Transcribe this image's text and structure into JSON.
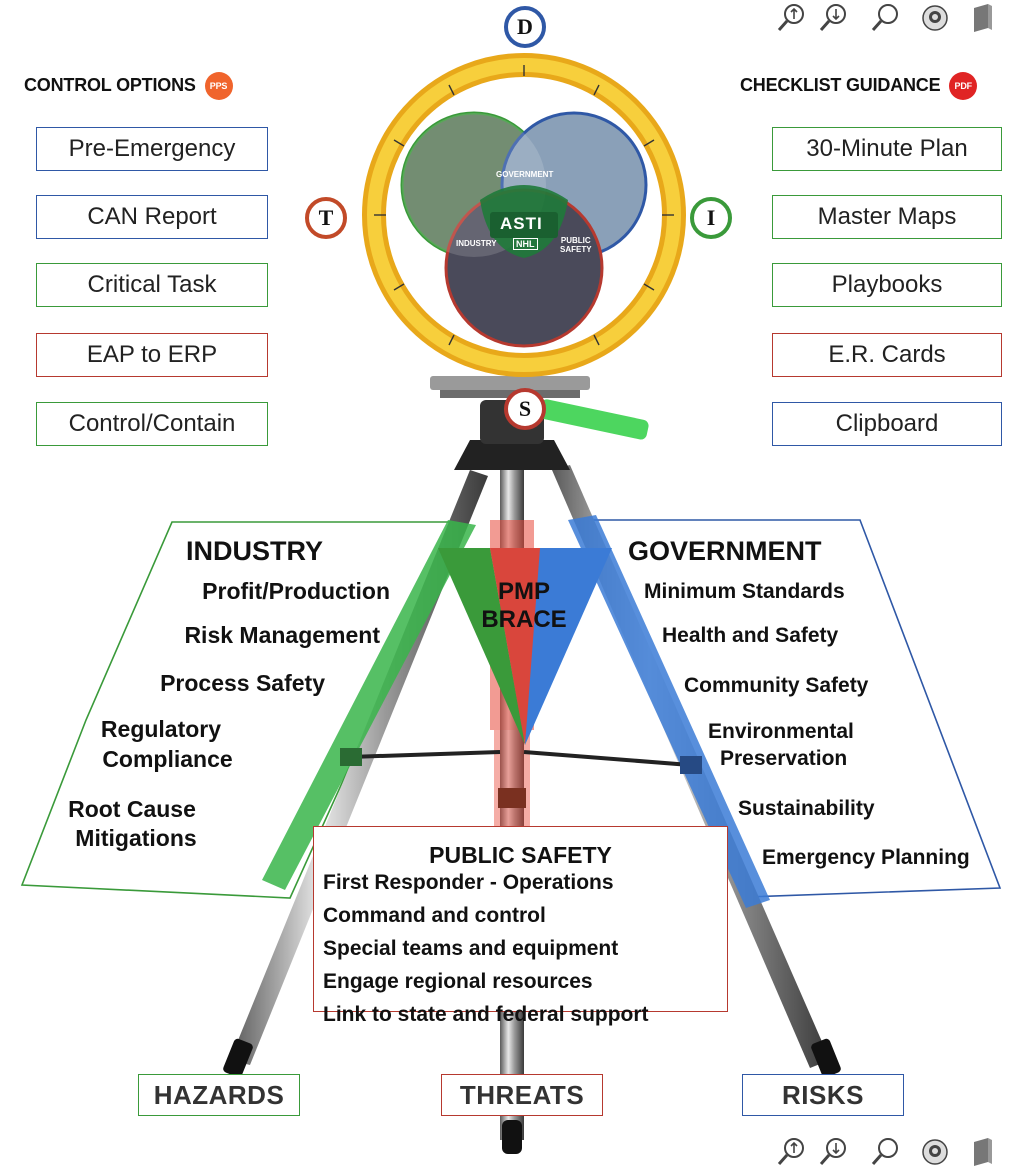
{
  "header": {
    "control_options": "CONTROL OPTIONS",
    "control_badge": "PPS",
    "checklist_guidance": "CHECKLIST GUIDANCE",
    "checklist_badge": "PDF"
  },
  "left_buttons": [
    {
      "label": "Pre-Emergency",
      "color": "blue"
    },
    {
      "label": "CAN Report",
      "color": "blue"
    },
    {
      "label": "Critical Task",
      "color": "green"
    },
    {
      "label": "EAP to ERP",
      "color": "red"
    },
    {
      "label": "Control/Contain",
      "color": "green"
    }
  ],
  "right_buttons": [
    {
      "label": "30-Minute Plan",
      "color": "green"
    },
    {
      "label": "Master Maps",
      "color": "green"
    },
    {
      "label": "Playbooks",
      "color": "green"
    },
    {
      "label": "E.R. Cards",
      "color": "red"
    },
    {
      "label": "Clipboard",
      "color": "blue"
    }
  ],
  "compass": {
    "top": "D",
    "left": "T",
    "right": "I",
    "bottom": "S"
  },
  "venn": {
    "government": "GOVERNMENT",
    "industry": "INDUSTRY",
    "public_safety_line1": "PUBLIC",
    "public_safety_line2": "SAFETY",
    "center": "ASTI",
    "sub": "NHL"
  },
  "industry": {
    "title": "INDUSTRY",
    "items": [
      "Profit/Production",
      "Risk Management",
      "Process Safety",
      "Regulatory",
      "Compliance",
      "Root Cause",
      "Mitigations"
    ]
  },
  "government": {
    "title": "GOVERNMENT",
    "items": [
      "Minimum Standards",
      "Health and Safety",
      "Community Safety",
      "Environmental",
      "Preservation",
      "Sustainability",
      "Emergency Planning"
    ]
  },
  "center_brace": {
    "line1": "PMP",
    "line2": "BRACE"
  },
  "public_safety": {
    "title": "PUBLIC SAFETY",
    "items": [
      "First Responder - Operations",
      "Command and control",
      "Special teams and equipment",
      "Engage regional resources",
      "Link to state and federal support"
    ]
  },
  "bottom_labels": {
    "hazards": "HAZARDS",
    "threats": "THREATS",
    "risks": "RISKS"
  },
  "toolbar_icons": [
    "zoom-in-icon",
    "zoom-out-icon",
    "search-icon",
    "mask-icon",
    "book-icon"
  ],
  "colors": {
    "blue": "#2f58a6",
    "green": "#3a9a3a",
    "red": "#b6392f",
    "ring": "#f4c21a"
  }
}
